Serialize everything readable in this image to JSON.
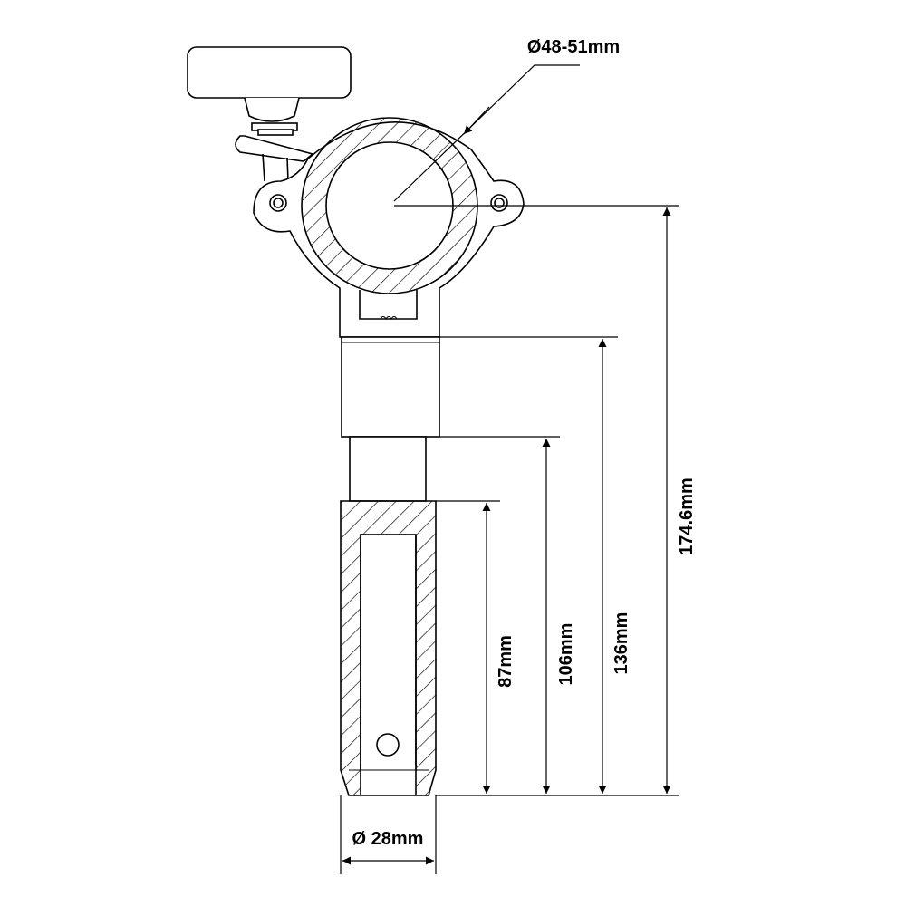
{
  "dimensions": {
    "clamp_diameter": "Ø48-51mm",
    "total_height": "174.6mm",
    "height_136": "136mm",
    "height_106": "106mm",
    "spigot_length": "87mm",
    "spigot_diameter": "Ø 28mm"
  },
  "colors": {
    "line": "#000000",
    "background": "#ffffff"
  }
}
